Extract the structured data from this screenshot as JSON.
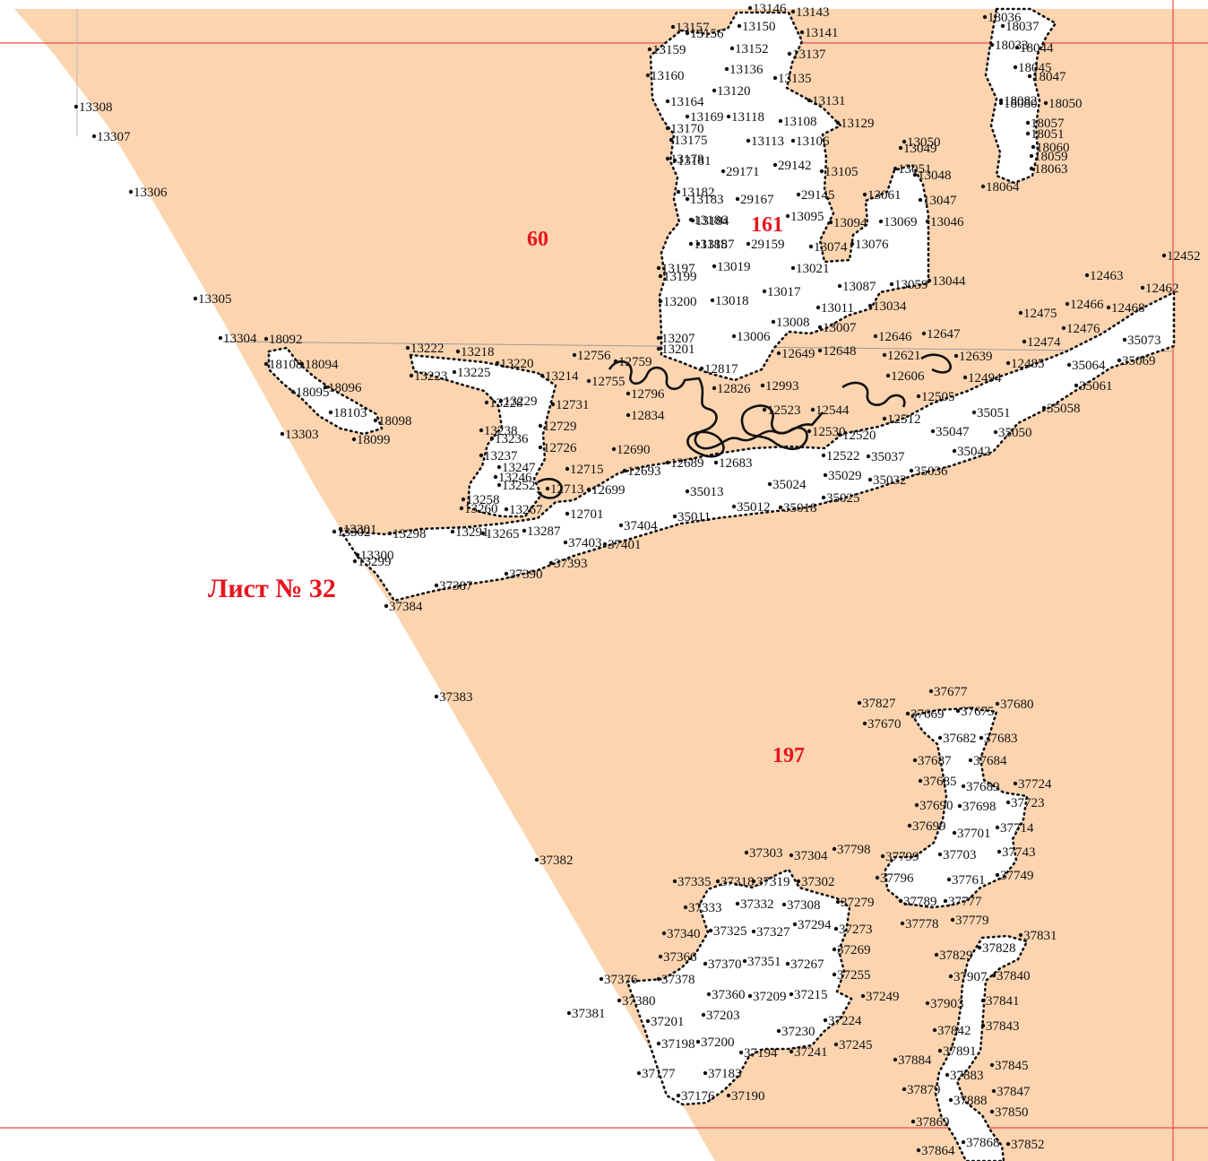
{
  "sheet": {
    "title": "Лист № 32"
  },
  "parcels": [
    {
      "label": "60"
    },
    {
      "label": "161"
    },
    {
      "label": "197"
    }
  ],
  "colors": {
    "land": "#fcd5b0",
    "frame": "#f04a4a",
    "number": "#e8141e",
    "ink": "#111111"
  },
  "points": [
    "13308",
    "13307",
    "13306",
    "13305",
    "13304",
    "13303",
    "13302",
    "13301",
    "13300",
    "13299",
    "13298",
    "13291",
    "18092",
    "18108",
    "18094",
    "18095",
    "18096",
    "18103",
    "18098",
    "18099",
    "13222",
    "13223",
    "13218",
    "13225",
    "13220",
    "13214",
    "13228",
    "13229",
    "13238",
    "13236",
    "13237",
    "13247",
    "13246",
    "13252",
    "13258",
    "13260",
    "13267",
    "13265",
    "13287",
    "12731",
    "12729",
    "12726",
    "12715",
    "12713",
    "12699",
    "12701",
    "12693",
    "12690",
    "12689",
    "12683",
    "13157",
    "13156",
    "13159",
    "13160",
    "13164",
    "13170",
    "13178",
    "13182",
    "13186",
    "13185",
    "13197",
    "13199",
    "13200",
    "13207",
    "13201",
    "13169",
    "13175",
    "13181",
    "13183",
    "13184",
    "13187",
    "13019",
    "13018",
    "13006",
    "13008",
    "13007",
    "13146",
    "13143",
    "13150",
    "13141",
    "13152",
    "13137",
    "13136",
    "13135",
    "13120",
    "13131",
    "13118",
    "13108",
    "13129",
    "13113",
    "13106",
    "13105",
    "13049",
    "13050",
    "13051",
    "13048",
    "13061",
    "13047",
    "13095",
    "13094",
    "13069",
    "13046",
    "13074",
    "13076",
    "13021",
    "13017",
    "13011",
    "13034",
    "13087",
    "13059",
    "13044",
    "29171",
    "29142",
    "29167",
    "29145",
    "29159",
    "18036",
    "18037",
    "18033",
    "18044",
    "18045",
    "18047",
    "18080",
    "18082",
    "18050",
    "18051",
    "18057",
    "18060",
    "18059",
    "18063",
    "18064",
    "12756",
    "12759",
    "12755",
    "12817",
    "12796",
    "12834",
    "12826",
    "12993",
    "12649",
    "12648",
    "12646",
    "12647",
    "12621",
    "12639",
    "12606",
    "12494",
    "12505",
    "12544",
    "12530",
    "12520",
    "12512",
    "12523",
    "12485",
    "12522",
    "12463",
    "12452",
    "12475",
    "12466",
    "12468",
    "12462",
    "12474",
    "12476",
    "35013",
    "35024",
    "35029",
    "35032",
    "35036",
    "35037",
    "35047",
    "35051",
    "35050",
    "35042",
    "35058",
    "35061",
    "35064",
    "35069",
    "35073",
    "35011",
    "35012",
    "35018",
    "35025",
    "37404",
    "37403",
    "37401",
    "37393",
    "37390",
    "37387",
    "37384",
    "37383",
    "37382",
    "37677",
    "37680",
    "37827",
    "37669",
    "37675",
    "37670",
    "37682",
    "37683",
    "37687",
    "37684",
    "37685",
    "37689",
    "37724",
    "37690",
    "37698",
    "37723",
    "37699",
    "37714",
    "37701",
    "37798",
    "37799",
    "37703",
    "37743",
    "37796",
    "37761",
    "37749",
    "37778",
    "37779",
    "37777",
    "37789",
    "37303",
    "37304",
    "37335",
    "37318",
    "37319",
    "37302",
    "37333",
    "37332",
    "37308",
    "37279",
    "37340",
    "37325",
    "37327",
    "37294",
    "37273",
    "37269",
    "37366",
    "37370",
    "37351",
    "37267",
    "37255",
    "37376",
    "37378",
    "37360",
    "37209",
    "37215",
    "37249",
    "37380",
    "37381",
    "37201",
    "37203",
    "37224",
    "37230",
    "37198",
    "37200",
    "37194",
    "37241",
    "37245",
    "37177",
    "37183",
    "37176",
    "37190",
    "37831",
    "37829",
    "37828",
    "37907",
    "37840",
    "37903",
    "37841",
    "37842",
    "37843",
    "37884",
    "37891",
    "37845",
    "37883",
    "37879",
    "37888",
    "37847",
    "37869",
    "37850",
    "37864",
    "37868",
    "37852"
  ]
}
